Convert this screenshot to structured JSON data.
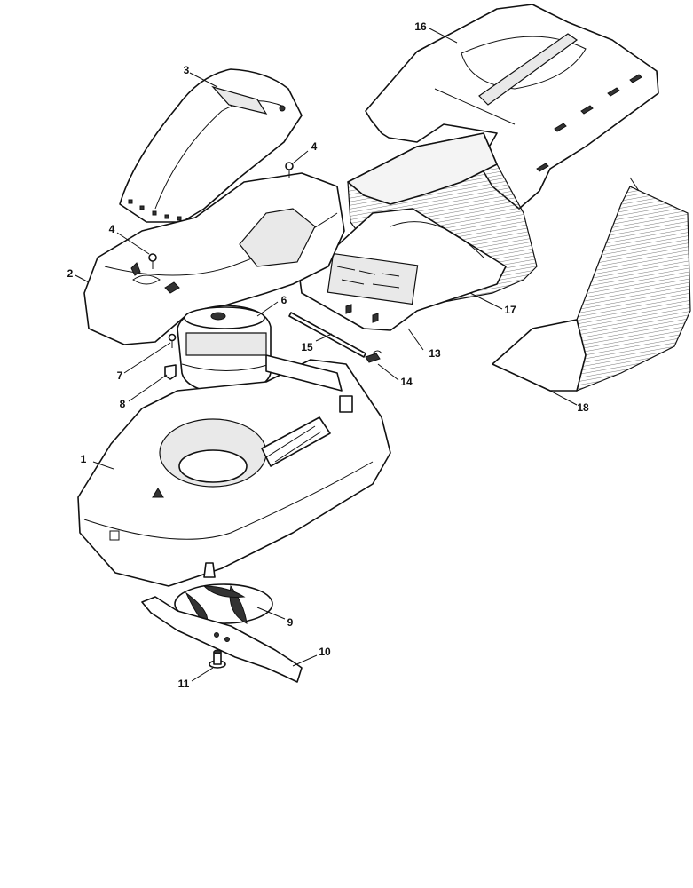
{
  "callouts": [
    {
      "id": "1",
      "label": "1"
    },
    {
      "id": "2",
      "label": "2"
    },
    {
      "id": "3",
      "label": "3"
    },
    {
      "id": "4a",
      "label": "4"
    },
    {
      "id": "4b",
      "label": "4"
    },
    {
      "id": "6",
      "label": "6"
    },
    {
      "id": "7",
      "label": "7"
    },
    {
      "id": "8",
      "label": "8"
    },
    {
      "id": "9",
      "label": "9"
    },
    {
      "id": "10",
      "label": "10"
    },
    {
      "id": "11",
      "label": "11"
    },
    {
      "id": "13",
      "label": "13"
    },
    {
      "id": "14",
      "label": "14"
    },
    {
      "id": "15",
      "label": "15"
    },
    {
      "id": "16",
      "label": "16"
    },
    {
      "id": "17",
      "label": "17"
    },
    {
      "id": "18",
      "label": "18"
    }
  ],
  "colors": {
    "line": "#111111",
    "background": "#ffffff",
    "shade": "#e9e9e9"
  }
}
